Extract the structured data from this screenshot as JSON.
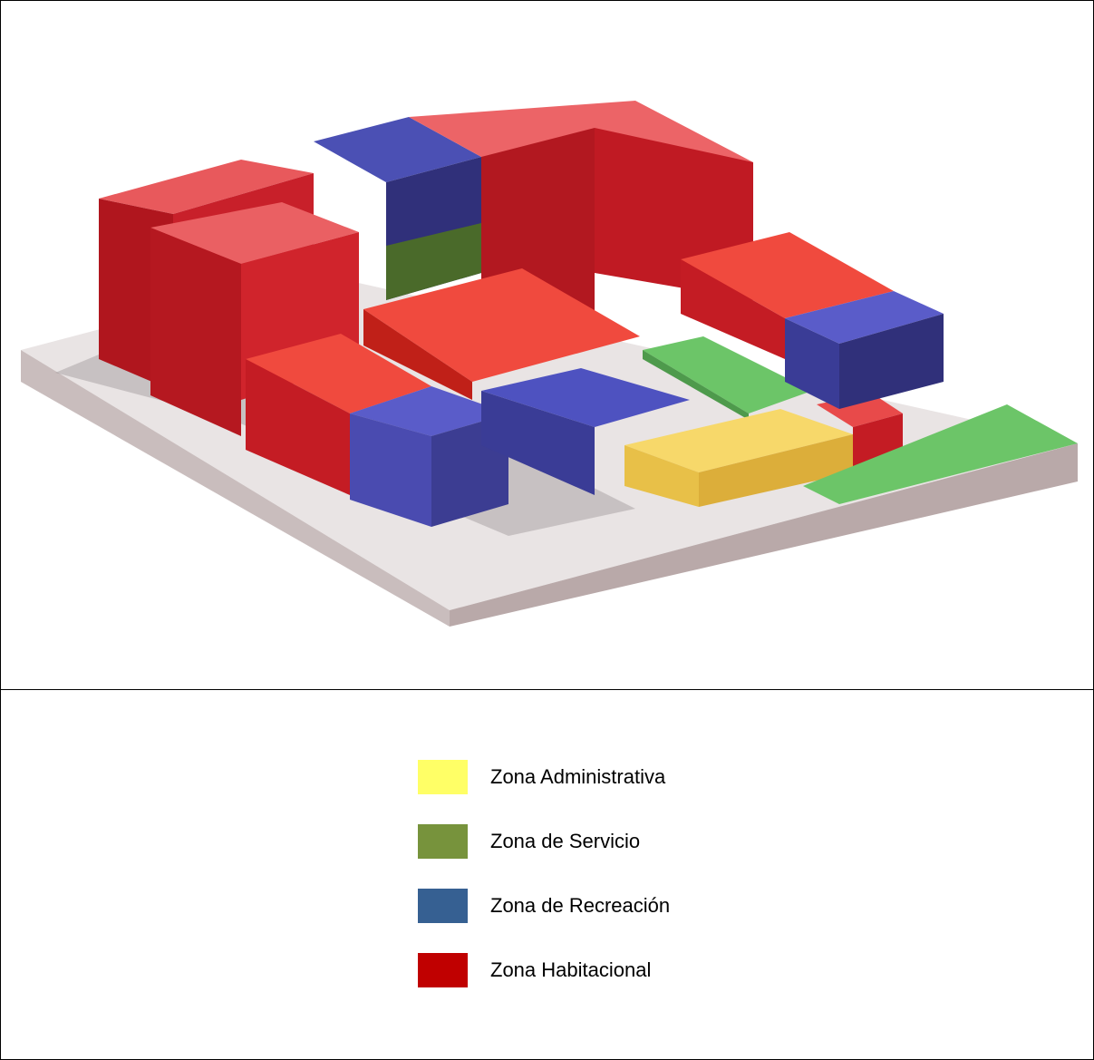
{
  "legend": {
    "items": [
      {
        "label": "Zona Administrativa",
        "color": "#ffff66"
      },
      {
        "label": "Zona de Servicio",
        "color": "#77933c"
      },
      {
        "label": "Zona de Recreación",
        "color": "#366092"
      },
      {
        "label": "Zona Habitacional",
        "color": "#c00000"
      }
    ]
  }
}
